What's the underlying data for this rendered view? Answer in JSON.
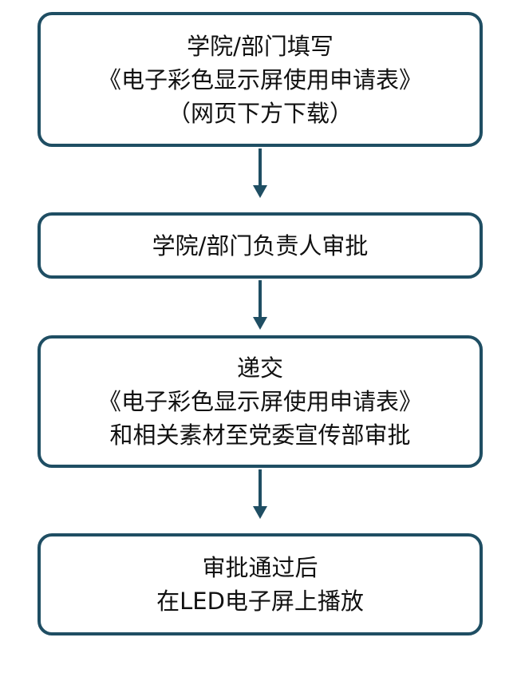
{
  "flowchart": {
    "steps": [
      {
        "lines": [
          "学院/部门填写",
          "《电子彩色显示屏使用申请表》",
          "（网页下方下载）"
        ]
      },
      {
        "lines": [
          "学院/部门负责人审批"
        ]
      },
      {
        "lines": [
          "递交",
          "《电子彩色显示屏使用申请表》",
          "和相关素材至党委宣传部审批"
        ]
      },
      {
        "lines": [
          "审批通过后",
          "在LED电子屏上播放"
        ]
      }
    ]
  },
  "colors": {
    "border": "#1f4e63",
    "arrow": "#1f4e63",
    "text": "#111111",
    "background": "#ffffff"
  }
}
